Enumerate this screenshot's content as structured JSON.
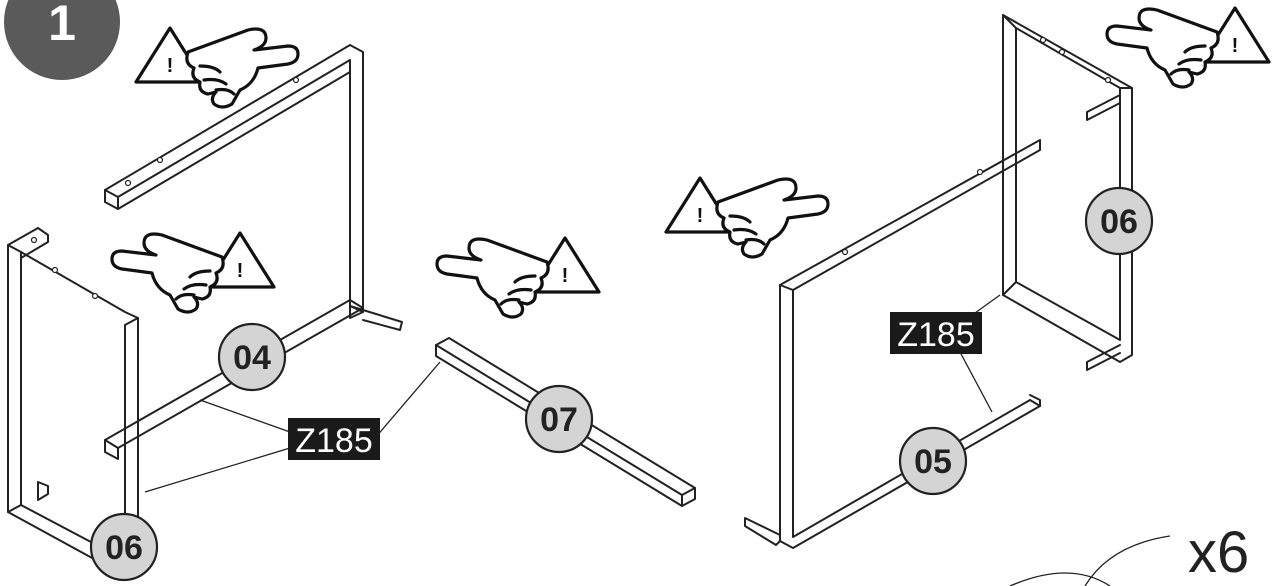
{
  "step": {
    "number": "1"
  },
  "parts": {
    "p04": "04",
    "p05": "05",
    "p06_left": "06",
    "p06_right": "06",
    "p07": "07"
  },
  "screws": {
    "left": "Z185",
    "right": "Z185"
  },
  "quantity": {
    "label": "x6"
  },
  "warning": {
    "mark": "!"
  },
  "icons": {
    "step": "step-number-badge",
    "caution": "caution-pointing-hand-icon"
  }
}
